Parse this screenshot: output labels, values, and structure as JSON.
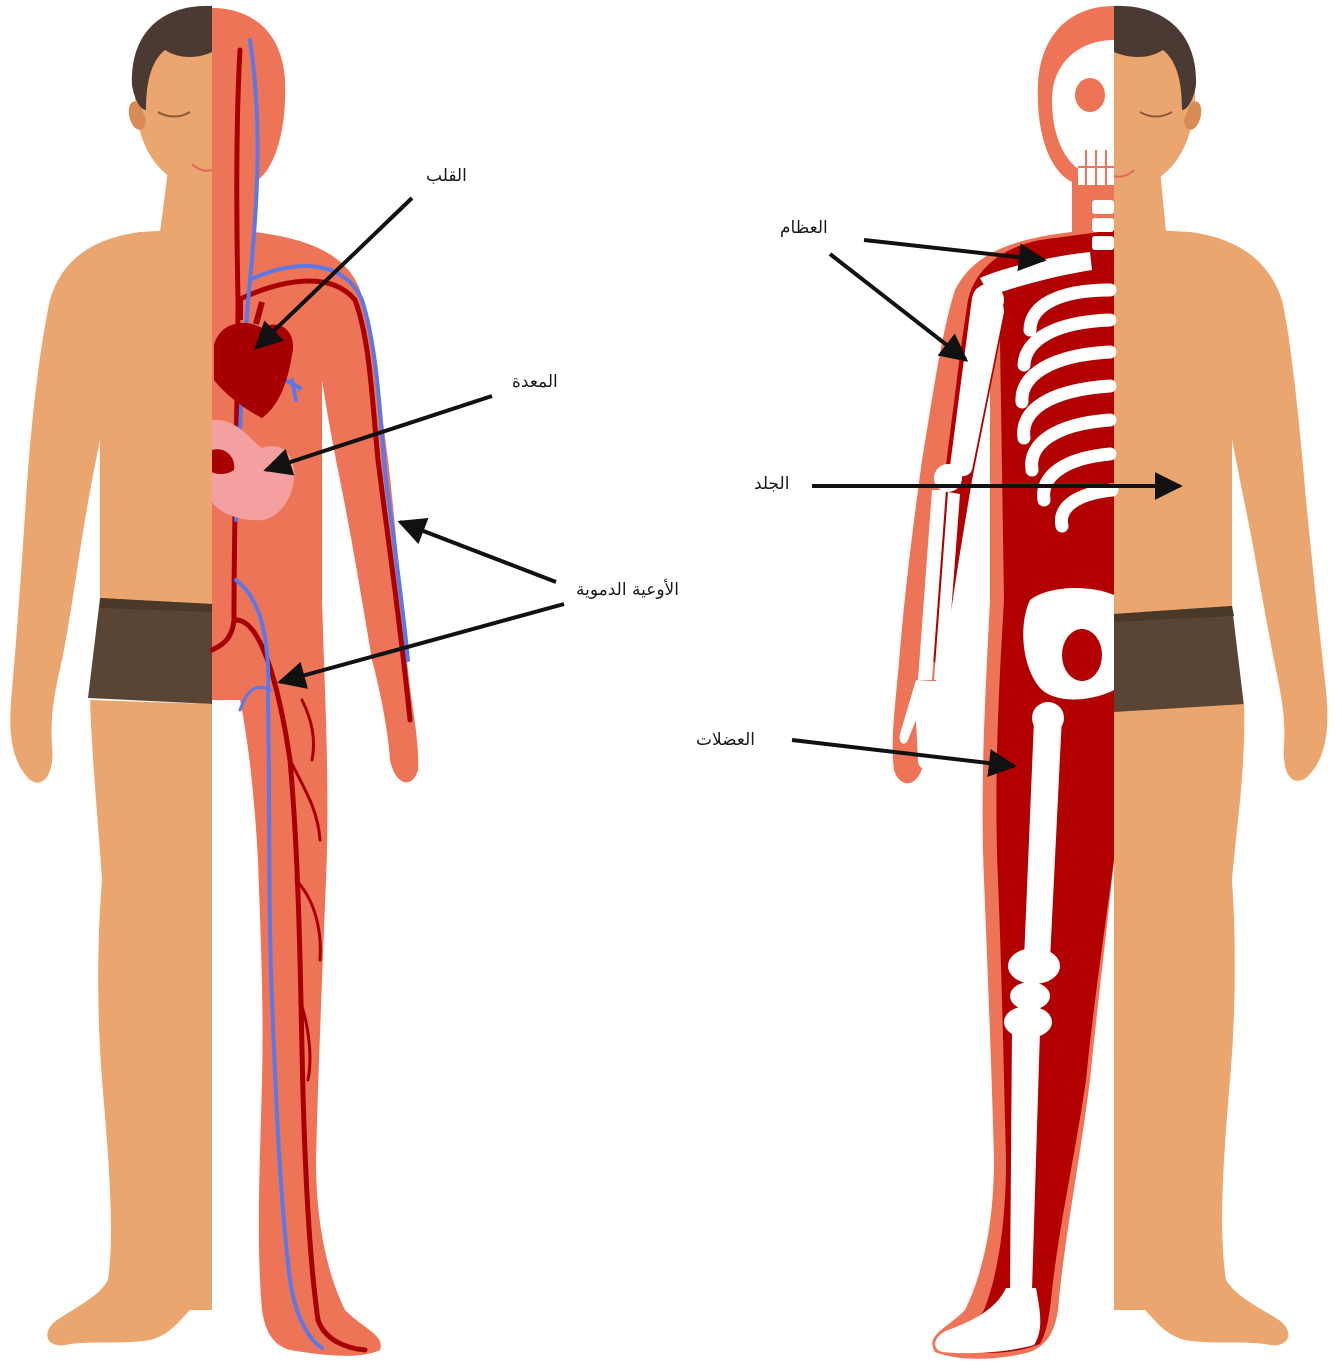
{
  "labels": {
    "heart": "القلب",
    "stomach": "المعدة",
    "blood_vessels": "الأوعية الدموية",
    "bones": "العظام",
    "skin": "الجلد",
    "muscles": "العضلات"
  },
  "colors": {
    "skin": "#EBA56E",
    "skin_shadow": "#D88C55",
    "hair": "#4A3A33",
    "shorts": "#5A4534",
    "inner_body": "#EE7458",
    "muscle": "#B20000",
    "bone": "#FFFFFF",
    "artery": "#A80000",
    "vein": "#5B78E6",
    "stomach": "#F4A0A0",
    "arrow": "#111111"
  }
}
